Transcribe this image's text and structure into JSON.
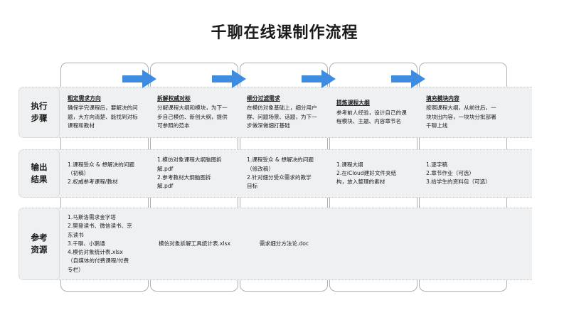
{
  "title": "千聊在线课制作流程",
  "theme": {
    "arrow_color": "#3d8ce0",
    "band_bg": "#eef0f2",
    "card_border": "#aeb0b3",
    "text_color": "#1c1c1c"
  },
  "row_labels": [
    {
      "id": "execution-steps",
      "line1": "执行",
      "line2": "步骤"
    },
    {
      "id": "output-results",
      "line1": "输出",
      "line2": "结果"
    },
    {
      "id": "reference-resources",
      "line1": "参考",
      "line2": "资源"
    }
  ],
  "columns": [
    {
      "id": "step-1",
      "step": {
        "heading": "粗定需求方向",
        "body": "确保学完课程后，要解决的问题，大方向清楚、能找到对标课程和教材"
      },
      "output": {
        "lines": [
          "1.课程受众 & 想解决的问题",
          "（初稿）",
          "2.权威参考课程/教材"
        ]
      },
      "reference": {
        "lines": [
          "1.马斯洛需求金字塔",
          "2.樊登读书、微信读书、京",
          "东读书",
          "3.千聊、小鹅通",
          "4.模仿对象统计表.xlsx",
          "（自媒体的付费课程/付费",
          "专栏）"
        ],
        "centered": false
      }
    },
    {
      "id": "step-2",
      "step": {
        "heading": "拆解权威对标",
        "body": "分解课程大纲和模块，为下一步自己模仿、新创大纲，提供可参照的范本"
      },
      "output": {
        "lines": [
          "1.模仿对象课程大纲脑图拆",
          "解.pdf",
          "2.参考教材大纲脑图拆",
          "解.pdf"
        ]
      },
      "reference": {
        "lines": [
          "模仿对象拆解工具统计表.xlsx"
        ],
        "centered": true
      }
    },
    {
      "id": "step-3",
      "step": {
        "heading": "细分过滤需求",
        "body": "在模仿对象基础上，细分用户群、问题场景、话题，为下一步做深做细打基础"
      },
      "output": {
        "lines": [
          "1.课程受众 & 想解决的问题",
          "（修改稿）",
          "2.针对细分受众需求的教学",
          "目标"
        ]
      },
      "reference": {
        "lines": [
          "需求细分方法论.doc"
        ],
        "centered": true
      }
    },
    {
      "id": "step-4",
      "step": {
        "heading": "提炼课程大纲",
        "body": "参考前人经验，设计自己的课程模块、主题、内容章节名"
      },
      "output": {
        "lines": [
          "1.课程大纲",
          "2.在iCloud建好文件夹结",
          "构，放入整理的素材"
        ]
      },
      "reference": {
        "lines": [],
        "centered": true
      }
    },
    {
      "id": "step-5",
      "step": {
        "heading": "填充模块内容",
        "body": "按照课程大纲，从前往后，一块块出内容，一块块分批部署千聊上线"
      },
      "output": {
        "lines": [
          "1.逐字稿",
          "2.章节作业（可选）",
          "3.给学生的资料包（可选）"
        ]
      },
      "reference": {
        "lines": [],
        "centered": true
      }
    }
  ],
  "arrows": [
    {
      "id": "arrow-1-to-2"
    },
    {
      "id": "arrow-2-to-3"
    },
    {
      "id": "arrow-3-to-4"
    },
    {
      "id": "arrow-4-to-5"
    }
  ]
}
